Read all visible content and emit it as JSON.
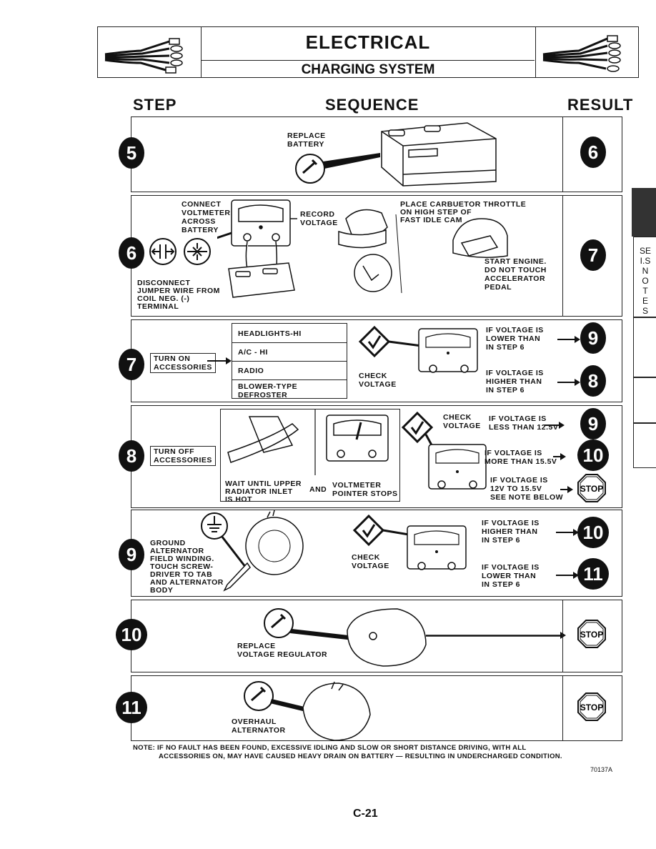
{
  "header": {
    "title": "ELECTRICAL",
    "subtitle": "CHARGING SYSTEM"
  },
  "columns": {
    "step": "STEP",
    "sequence": "SEQUENCE",
    "result": "RESULT"
  },
  "side_tab": {
    "line1": "SE",
    "line2": "I.S",
    "letters": [
      "N",
      "O",
      "T",
      "E",
      "S"
    ]
  },
  "rows": {
    "r5": {
      "step": "5",
      "replace": "REPLACE",
      "battery": "BATTERY",
      "result": "6"
    },
    "r6": {
      "step": "6",
      "connect": "CONNECT",
      "voltmeter": "VOLTMETER",
      "across": "ACROSS",
      "battery": "BATTERY",
      "record": "RECORD",
      "voltage": "VOLTAGE",
      "place1": "PLACE CARBUETOR THROTTLE",
      "place2": "ON HIGH STEP OF",
      "place3": "FAST IDLE CAM",
      "start1": "START ENGINE.",
      "start2": "DO NOT TOUCH",
      "start3": "ACCELERATOR",
      "start4": "PEDAL",
      "disc1": "DISCONNECT",
      "disc2": "JUMPER WIRE FROM",
      "disc3": "COIL NEG. (-)",
      "disc4": "TERMINAL",
      "result": "7"
    },
    "r7": {
      "step": "7",
      "turn_on": "TURN ON",
      "accessories": "ACCESSORIES",
      "acc_list": [
        "HEADLIGHTS-HI",
        "A/C - HI",
        "RADIO",
        "BLOWER-TYPE",
        "DEFROSTER"
      ],
      "check": "CHECK",
      "voltage": "VOLTAGE",
      "lower1": "IF VOLTAGE IS",
      "lower2": "LOWER THAN",
      "lower3": "IN STEP 6",
      "higher1": "IF VOLTAGE IS",
      "higher2": "HIGHER THAN",
      "higher3": "IN STEP 6",
      "result_low": "9",
      "result_high": "8"
    },
    "r8": {
      "step": "8",
      "turn_off": "TURN OFF",
      "accessories": "ACCESSORIES",
      "wait1": "WAIT UNTIL UPPER",
      "wait2": "RADIATOR INLET",
      "wait3": "IS HOT",
      "and": "AND",
      "vm1": "VOLTMETER",
      "vm2": "POINTER STOPS",
      "check": "CHECK",
      "voltage": "VOLTAGE",
      "c1a": "IF VOLTAGE IS",
      "c1b": "LESS THAN 12.5V",
      "c2a": "IF VOLTAGE IS",
      "c2b": "MORE THAN 15.5V",
      "c3a": "IF VOLTAGE IS",
      "c3b": "12V TO 15.5V",
      "c3c": "SEE NOTE BELOW",
      "r1": "9",
      "r2": "10",
      "r3": "STOP"
    },
    "r9": {
      "step": "9",
      "g1": "GROUND",
      "g2": "ALTERNATOR",
      "g3": "FIELD WINDING.",
      "g4": "TOUCH SCREW-",
      "g5": "DRIVER TO TAB",
      "g6": "AND ALTERNATOR",
      "g7": "BODY",
      "check": "CHECK",
      "voltage": "VOLTAGE",
      "h1": "IF VOLTAGE IS",
      "h2": "HIGHER THAN",
      "h3": "IN STEP 6",
      "l1": "IF VOLTAGE IS",
      "l2": "LOWER THAN",
      "l3": "IN STEP 6",
      "r1": "10",
      "r2": "11"
    },
    "r10": {
      "step": "10",
      "replace": "REPLACE",
      "reg": "VOLTAGE REGULATOR",
      "result": "STOP"
    },
    "r11": {
      "step": "11",
      "overhaul": "OVERHAUL",
      "alt": "ALTERNATOR",
      "result": "STOP"
    }
  },
  "note1": "NOTE: IF NO FAULT HAS BEEN FOUND, EXCESSIVE IDLING AND SLOW OR SHORT DISTANCE DRIVING, WITH ALL",
  "note2": "ACCESSORIES ON, MAY HAVE CAUSED HEAVY DRAIN ON BATTERY — RESULTING IN UNDERCHARGED CONDITION.",
  "fig_id": "70137A",
  "page_number": "C-21"
}
